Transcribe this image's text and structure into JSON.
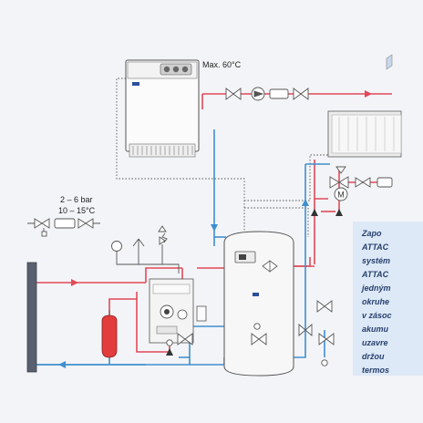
{
  "boiler": {
    "max_temp_label": "Max. 60°C"
  },
  "supply": {
    "pressure_label": "2 – 6 bar",
    "temperature_label": "10 – 15°C"
  },
  "note": {
    "lines": [
      "Zapo",
      "ATTAC",
      "systém",
      "ATTAC",
      "jedným",
      "okruhe",
      "v zásoc",
      "akumu",
      "uzavre",
      "držou",
      "termos"
    ]
  },
  "colors": {
    "hot_pipe": "#e04a58",
    "cold_pipe": "#3f8fd0",
    "control_line": "#555555",
    "expansion_vessel": "#e23c3c",
    "note_background": "#dde9f7",
    "note_text": "#27406d"
  }
}
